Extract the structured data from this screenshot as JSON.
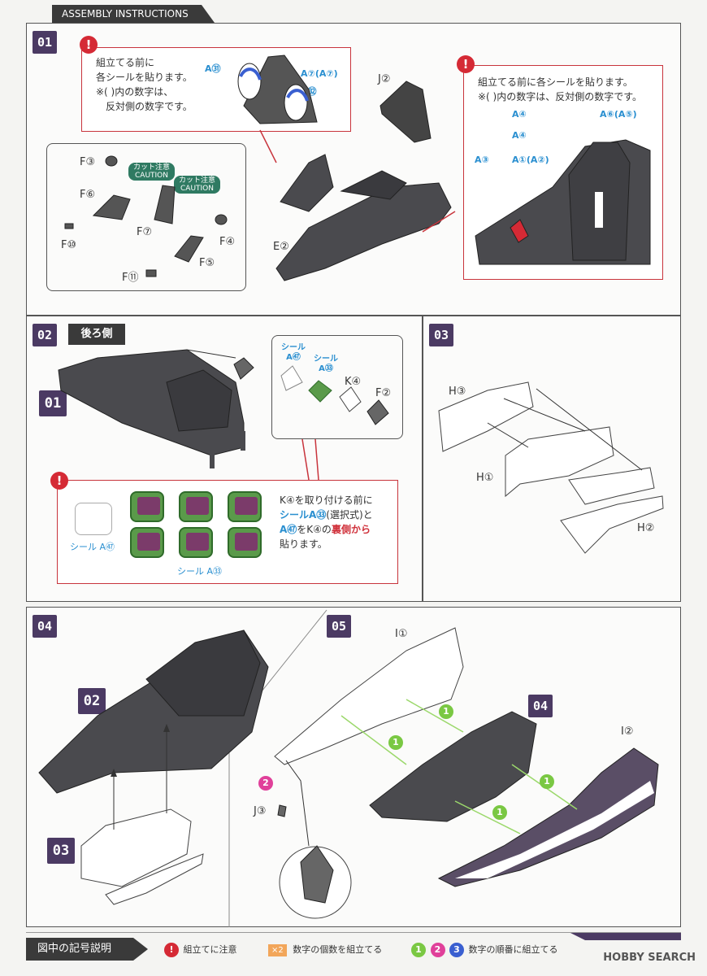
{
  "header": {
    "tab": "ASSEMBLY INSTRUCTIONS"
  },
  "step01": {
    "num": "01",
    "callout_left": {
      "line1": "組立てる前に",
      "line2": "各シールを貼ります。",
      "line3": "※( )内の数字は、",
      "line4": "反対側の数字です。"
    },
    "left_labels": {
      "a31": "A㉛",
      "a7": "A⑦(A⑦)",
      "a32": "A㉜"
    },
    "parts": {
      "f3": "F③",
      "f6": "F⑥",
      "f10": "F⑩",
      "f7": "F⑦",
      "f4": "F④",
      "f5": "F⑤",
      "f11": "F⑪",
      "j2": "J②",
      "e2": "E②"
    },
    "caution1": "カット注意\nCAUTION",
    "caution2": "カット注意\nCAUTION",
    "callout_right": {
      "line1": "組立てる前に各シールを貼ります。",
      "line2": "※( )内の数字は、反対側の数字です。"
    },
    "right_labels": {
      "a4a": "A④",
      "a4b": "A④",
      "a6": "A⑥(A⑤)",
      "a3": "A③",
      "a1": "A①(A②)"
    }
  },
  "step02": {
    "num": "02",
    "title": "後ろ側",
    "ref": "01",
    "seal_a57": "シール\nA㊼",
    "seal_a33": "シール\nA㉝",
    "k4": "K④",
    "f2": "F②",
    "note": {
      "l1": "K④を取り付ける前に",
      "l2a": "シールA㉝",
      "l2b": "(選択式)と",
      "l3a": "A㊼",
      "l3b": "をK④の",
      "l3c": "裏側から",
      "l4": "貼ります。"
    },
    "sticker_a57": "シール A㊼",
    "sticker_a33": "シール A㉝"
  },
  "step03": {
    "num": "03",
    "h3": "H③",
    "h1": "H①",
    "h2": "H②"
  },
  "step04": {
    "num": "04",
    "ref02": "02",
    "ref03": "03"
  },
  "step05": {
    "num": "05",
    "i1": "I①",
    "i2": "I②",
    "j3": "J③",
    "ref04": "04",
    "order1": "1",
    "order2": "2"
  },
  "legend": {
    "title": "図中の記号説明",
    "item1": "組立てに注意",
    "x2": "×2",
    "item2": "数字の個数を組立てる",
    "n1": "1",
    "n2": "2",
    "n3": "3",
    "item3": "数字の順番に組立てる"
  },
  "watermark": "HOBBY SEARCH",
  "colors": {
    "accent": "#4b3a63",
    "warn": "#d52a35",
    "seal": "#2a8fd0",
    "order1": "#7ac843",
    "order2": "#e0409a",
    "order3": "#3a5fd0"
  }
}
